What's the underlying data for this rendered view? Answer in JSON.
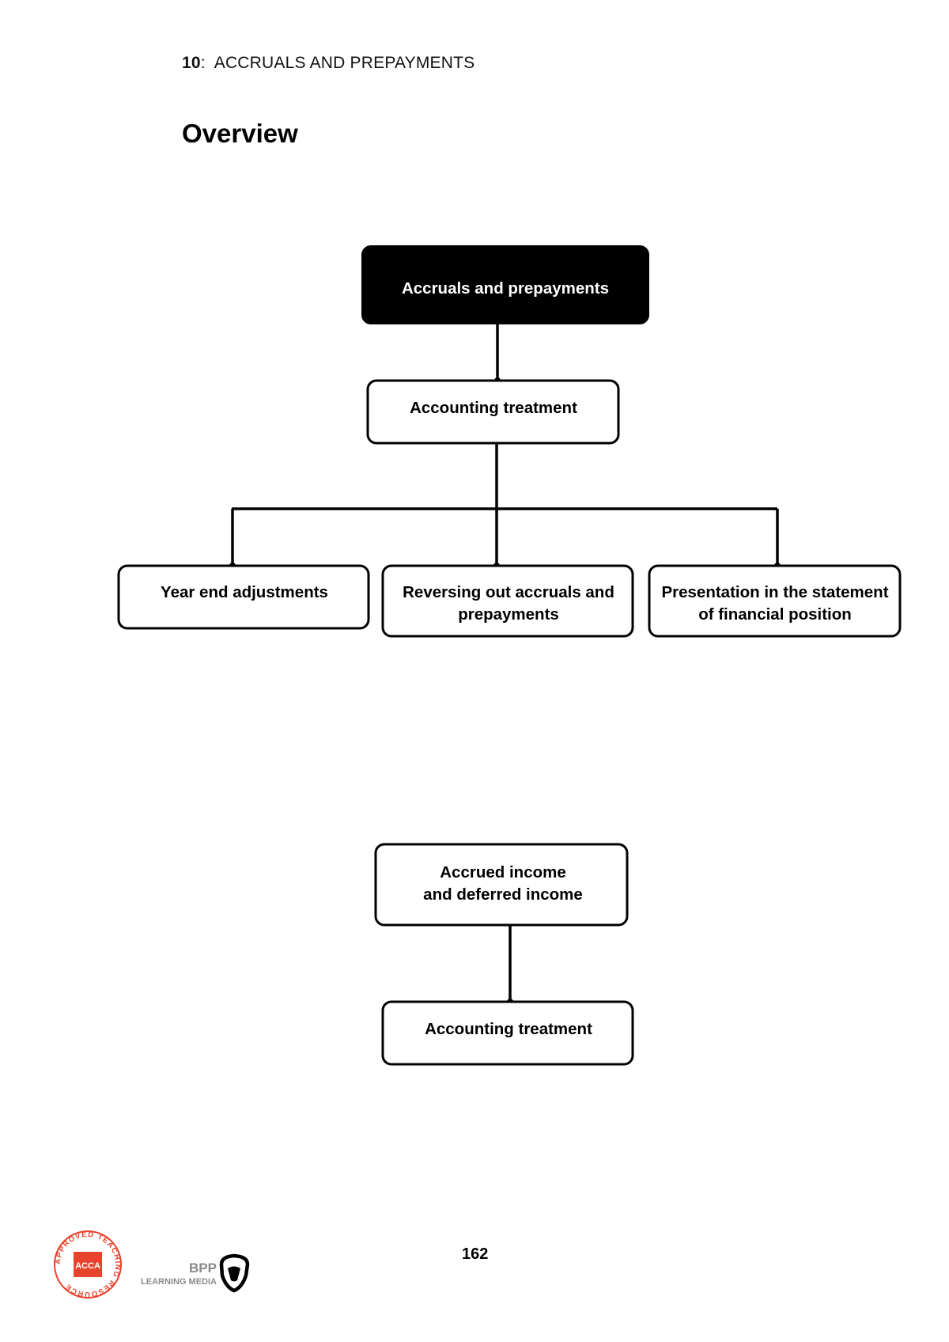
{
  "header": {
    "chapter_number": "10",
    "separator": ":",
    "chapter_title": "ACCRUALS AND PREPAYMENTS"
  },
  "title": "Overview",
  "diagram1": {
    "root": "Accruals and prepayments",
    "child": "Accounting treatment",
    "leaves": [
      {
        "lines": [
          "Year end adjustments"
        ]
      },
      {
        "lines": [
          "Reversing out accruals and",
          "prepayments"
        ]
      },
      {
        "lines": [
          "Presentation in the statement",
          "of financial position"
        ]
      }
    ]
  },
  "diagram2": {
    "root": {
      "lines": [
        "Accrued income",
        "and deferred income"
      ]
    },
    "child": "Accounting treatment"
  },
  "footer": {
    "badge_text": "APPROVED TEACHING RESOURCE",
    "badge_logo": "ACCA",
    "publisher_name": "BPP",
    "publisher_tagline": "LEARNING MEDIA",
    "page_number": "162"
  },
  "colors": {
    "badge": "#e8432d",
    "publisher_grey": "#8a8a8a"
  }
}
